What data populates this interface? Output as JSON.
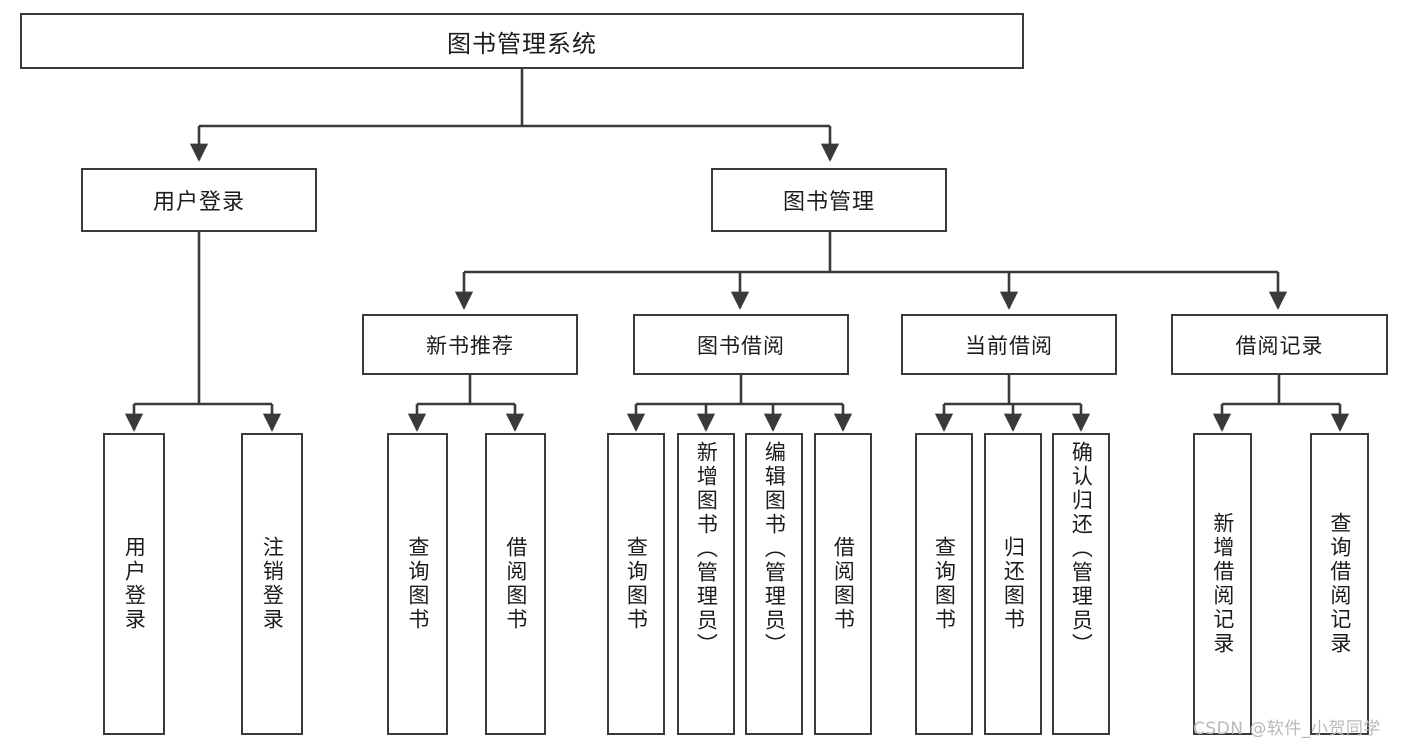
{
  "diagram": {
    "type": "tree-hierarchy",
    "title": "图书管理系统",
    "watermark": "CSDN @软件_小贺同学",
    "colors": {
      "border": "#3a3a3a",
      "background": "#ffffff",
      "text": "#1c1c1c",
      "watermark": "#b9b9b9"
    }
  },
  "nodes": {
    "root": {
      "label": "图书管理系统"
    },
    "level2": [
      {
        "id": "user-login",
        "label": "用户登录"
      },
      {
        "id": "book-manage",
        "label": "图书管理"
      }
    ],
    "level3": [
      {
        "id": "new-book-recommend",
        "label": "新书推荐"
      },
      {
        "id": "book-borrow",
        "label": "图书借阅"
      },
      {
        "id": "current-borrow",
        "label": "当前借阅"
      },
      {
        "id": "borrow-record",
        "label": "借阅记录"
      }
    ],
    "leaves": [
      {
        "id": "leaf-user-login",
        "label": "用户登录",
        "parent": "user-login"
      },
      {
        "id": "leaf-logout-login",
        "label": "注销登录",
        "parent": "user-login"
      },
      {
        "id": "leaf-query-book-1",
        "label": "查询图书",
        "parent": "new-book-recommend"
      },
      {
        "id": "leaf-borrow-book-1",
        "label": "借阅图书",
        "parent": "new-book-recommend"
      },
      {
        "id": "leaf-query-book-2",
        "label": "查询图书",
        "parent": "book-borrow"
      },
      {
        "id": "leaf-add-book",
        "label": "新增图书（管理员）",
        "parent": "book-borrow"
      },
      {
        "id": "leaf-edit-book",
        "label": "编辑图书（管理员）",
        "parent": "book-borrow"
      },
      {
        "id": "leaf-borrow-book-2",
        "label": "借阅图书",
        "parent": "book-borrow"
      },
      {
        "id": "leaf-query-book-3",
        "label": "查询图书",
        "parent": "current-borrow"
      },
      {
        "id": "leaf-return-book",
        "label": "归还图书",
        "parent": "current-borrow"
      },
      {
        "id": "leaf-confirm-return",
        "label": "确认归还（管理员）",
        "parent": "current-borrow"
      },
      {
        "id": "leaf-add-record",
        "label": "新增借阅记录",
        "parent": "borrow-record"
      },
      {
        "id": "leaf-query-record",
        "label": "查询借阅记录",
        "parent": "borrow-record"
      }
    ]
  }
}
